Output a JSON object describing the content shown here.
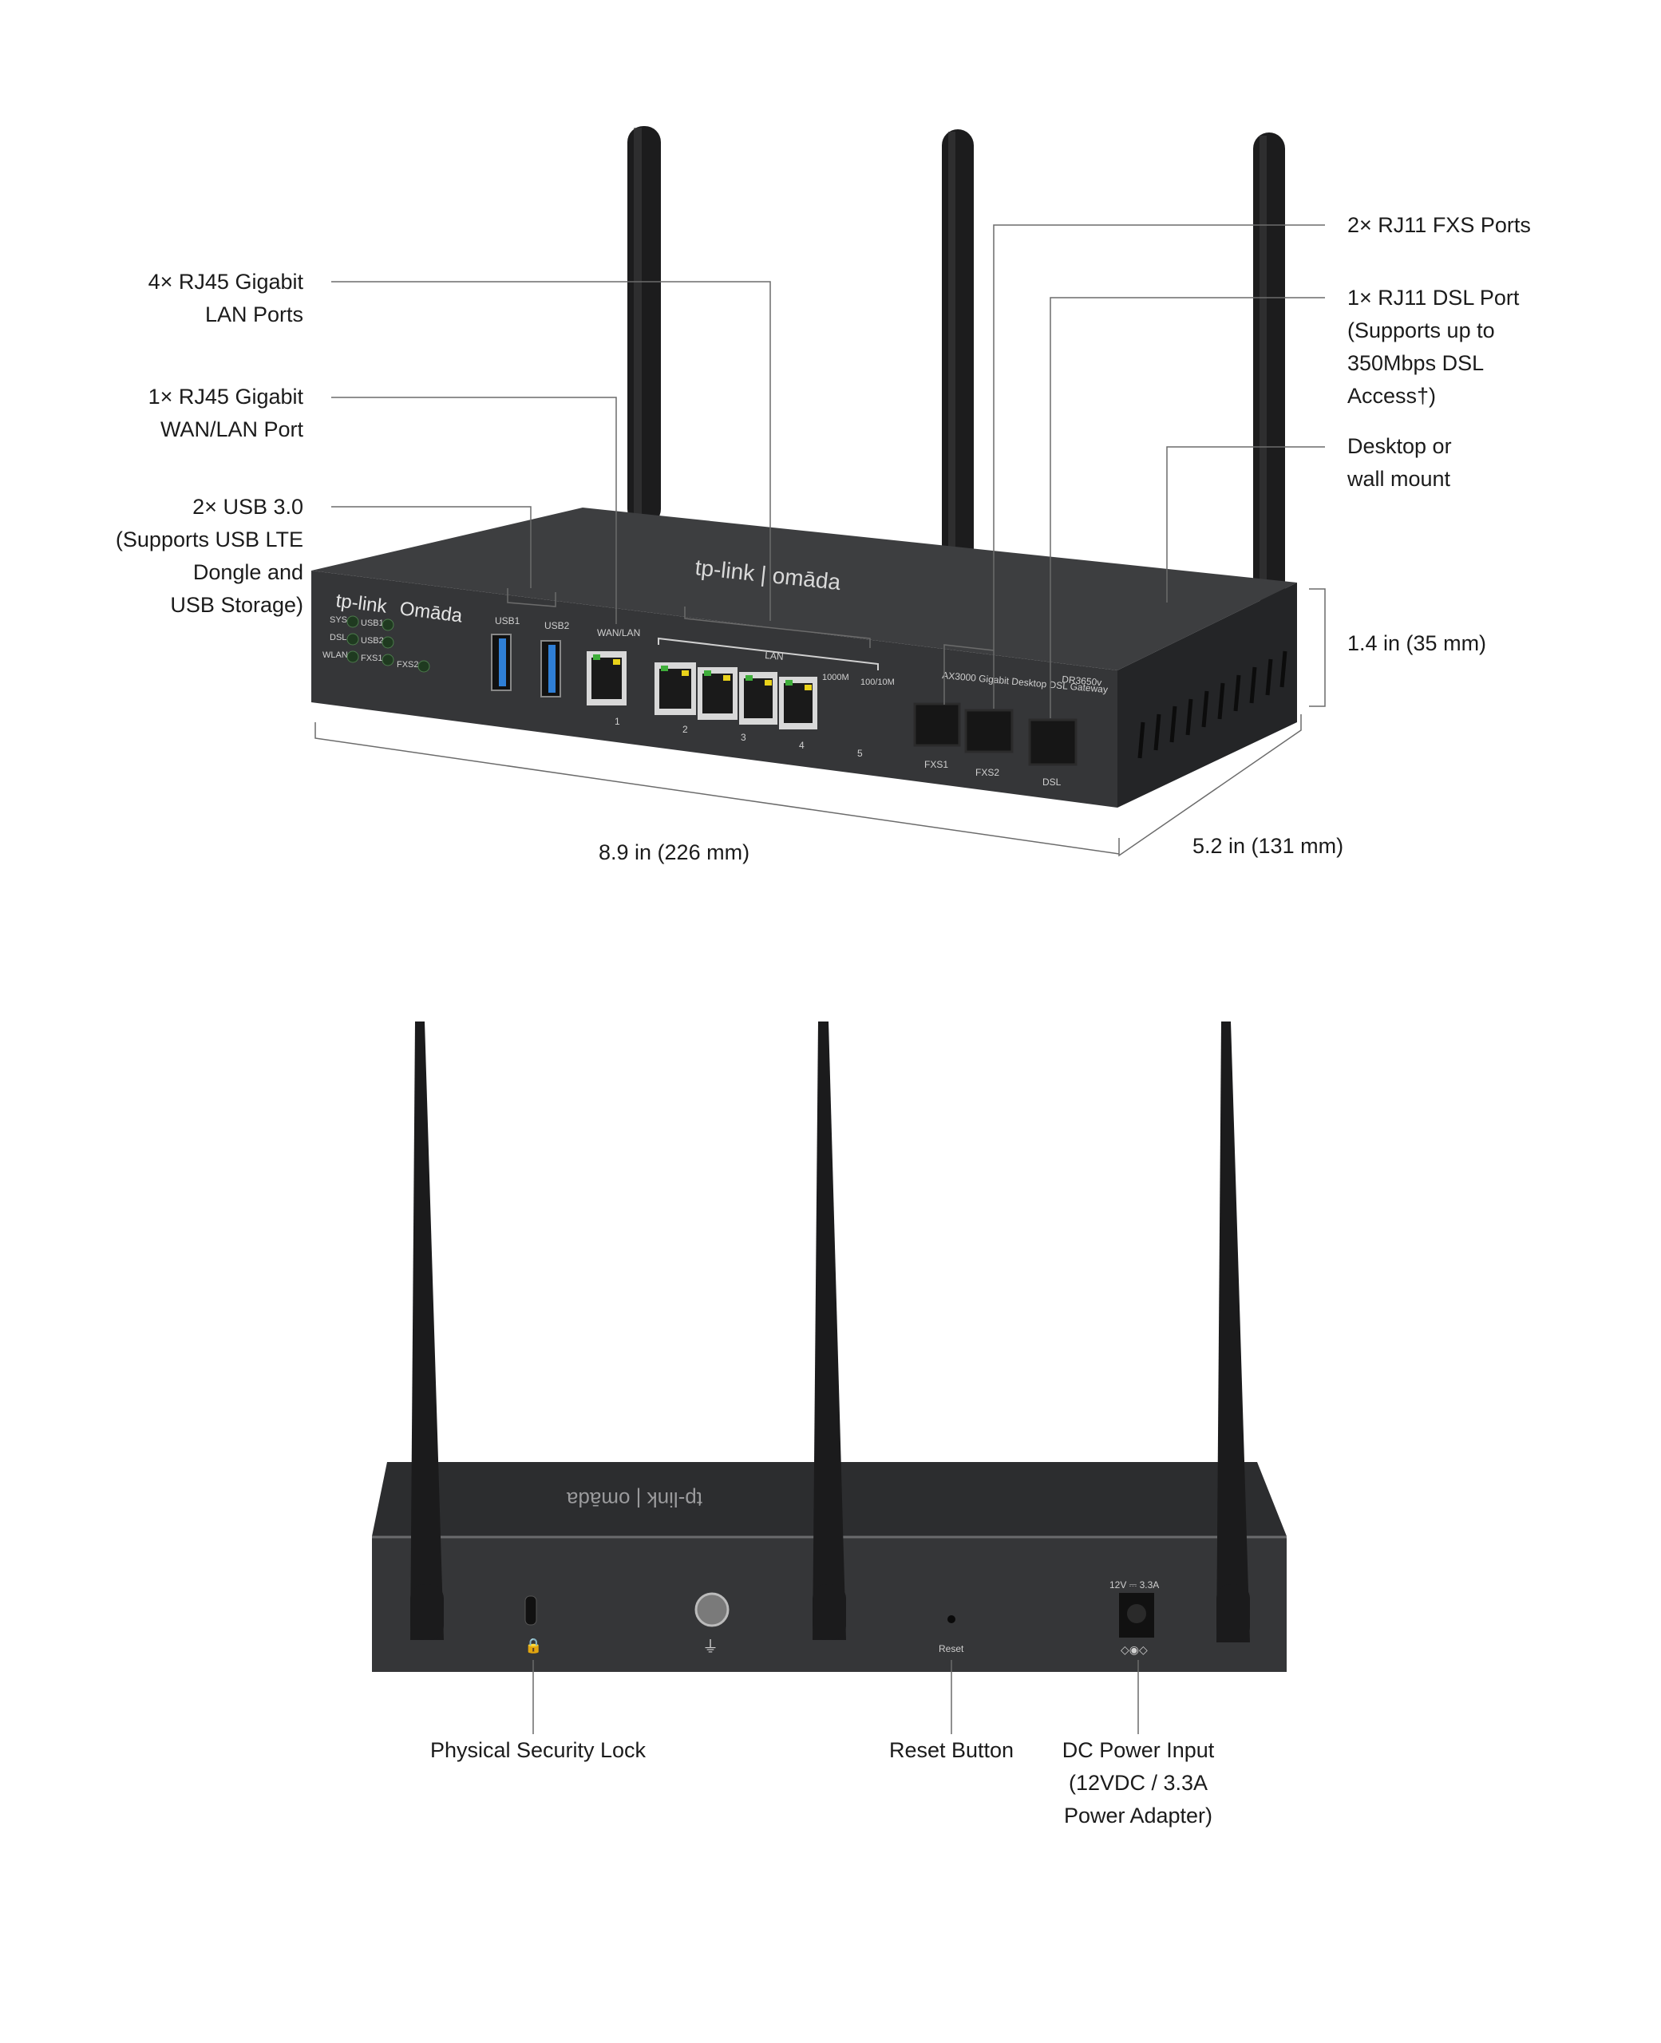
{
  "product": {
    "model": "DR3650v",
    "description": "AX3000 Gigabit Desktop DSL Gateway",
    "brand": "tp-link",
    "sub_brand": "Omāda",
    "top_logo": "tp-link | omāda"
  },
  "front_panel": {
    "leds": [
      "SYS",
      "DSL",
      "WLAN",
      "USB1",
      "USB2",
      "FXS1",
      "FXS2"
    ],
    "usb_ports": [
      "USB1",
      "USB2"
    ],
    "wan_label": "WAN/LAN",
    "lan_group_label": "LAN",
    "speed_labels": [
      "1000M",
      "100/10M"
    ],
    "port_numbers": [
      "1",
      "2",
      "3",
      "4",
      "5"
    ],
    "phone_ports": [
      "FXS1",
      "FXS2",
      "DSL"
    ]
  },
  "callouts_front": {
    "lan_ports": [
      "4× RJ45 Gigabit",
      "LAN Ports"
    ],
    "wan_port": [
      "1× RJ45 Gigabit",
      "WAN/LAN Port"
    ],
    "usb": [
      "2× USB 3.0",
      "(Supports USB LTE",
      "Dongle and",
      "USB Storage)"
    ],
    "fxs": [
      "2× RJ11 FXS Ports"
    ],
    "dsl": [
      "1× RJ11 DSL Port",
      "(Supports up to",
      "350Mbps DSL",
      "Access†)"
    ],
    "mount": [
      "Desktop or",
      "wall mount"
    ]
  },
  "dimensions": {
    "height": "1.4 in (35 mm)",
    "width": "8.9 in (226 mm)",
    "depth": "5.2 in (131 mm)"
  },
  "rear_panel": {
    "power_rating": "12V ⎓ 3.3A",
    "reset_label": "Reset"
  },
  "callouts_rear": {
    "lock": "Physical Security Lock",
    "reset": "Reset Button",
    "power": [
      "DC Power Input",
      "(12VDC / 3.3A",
      "Power Adapter)"
    ]
  },
  "colors": {
    "chassis": "#3a3b3d",
    "chassis_dark": "#232426",
    "led_green": "#3fae3a",
    "led_yellow": "#e9d21a",
    "usb_blue": "#2f7fd6",
    "leader_line": "#6b6b6b"
  }
}
